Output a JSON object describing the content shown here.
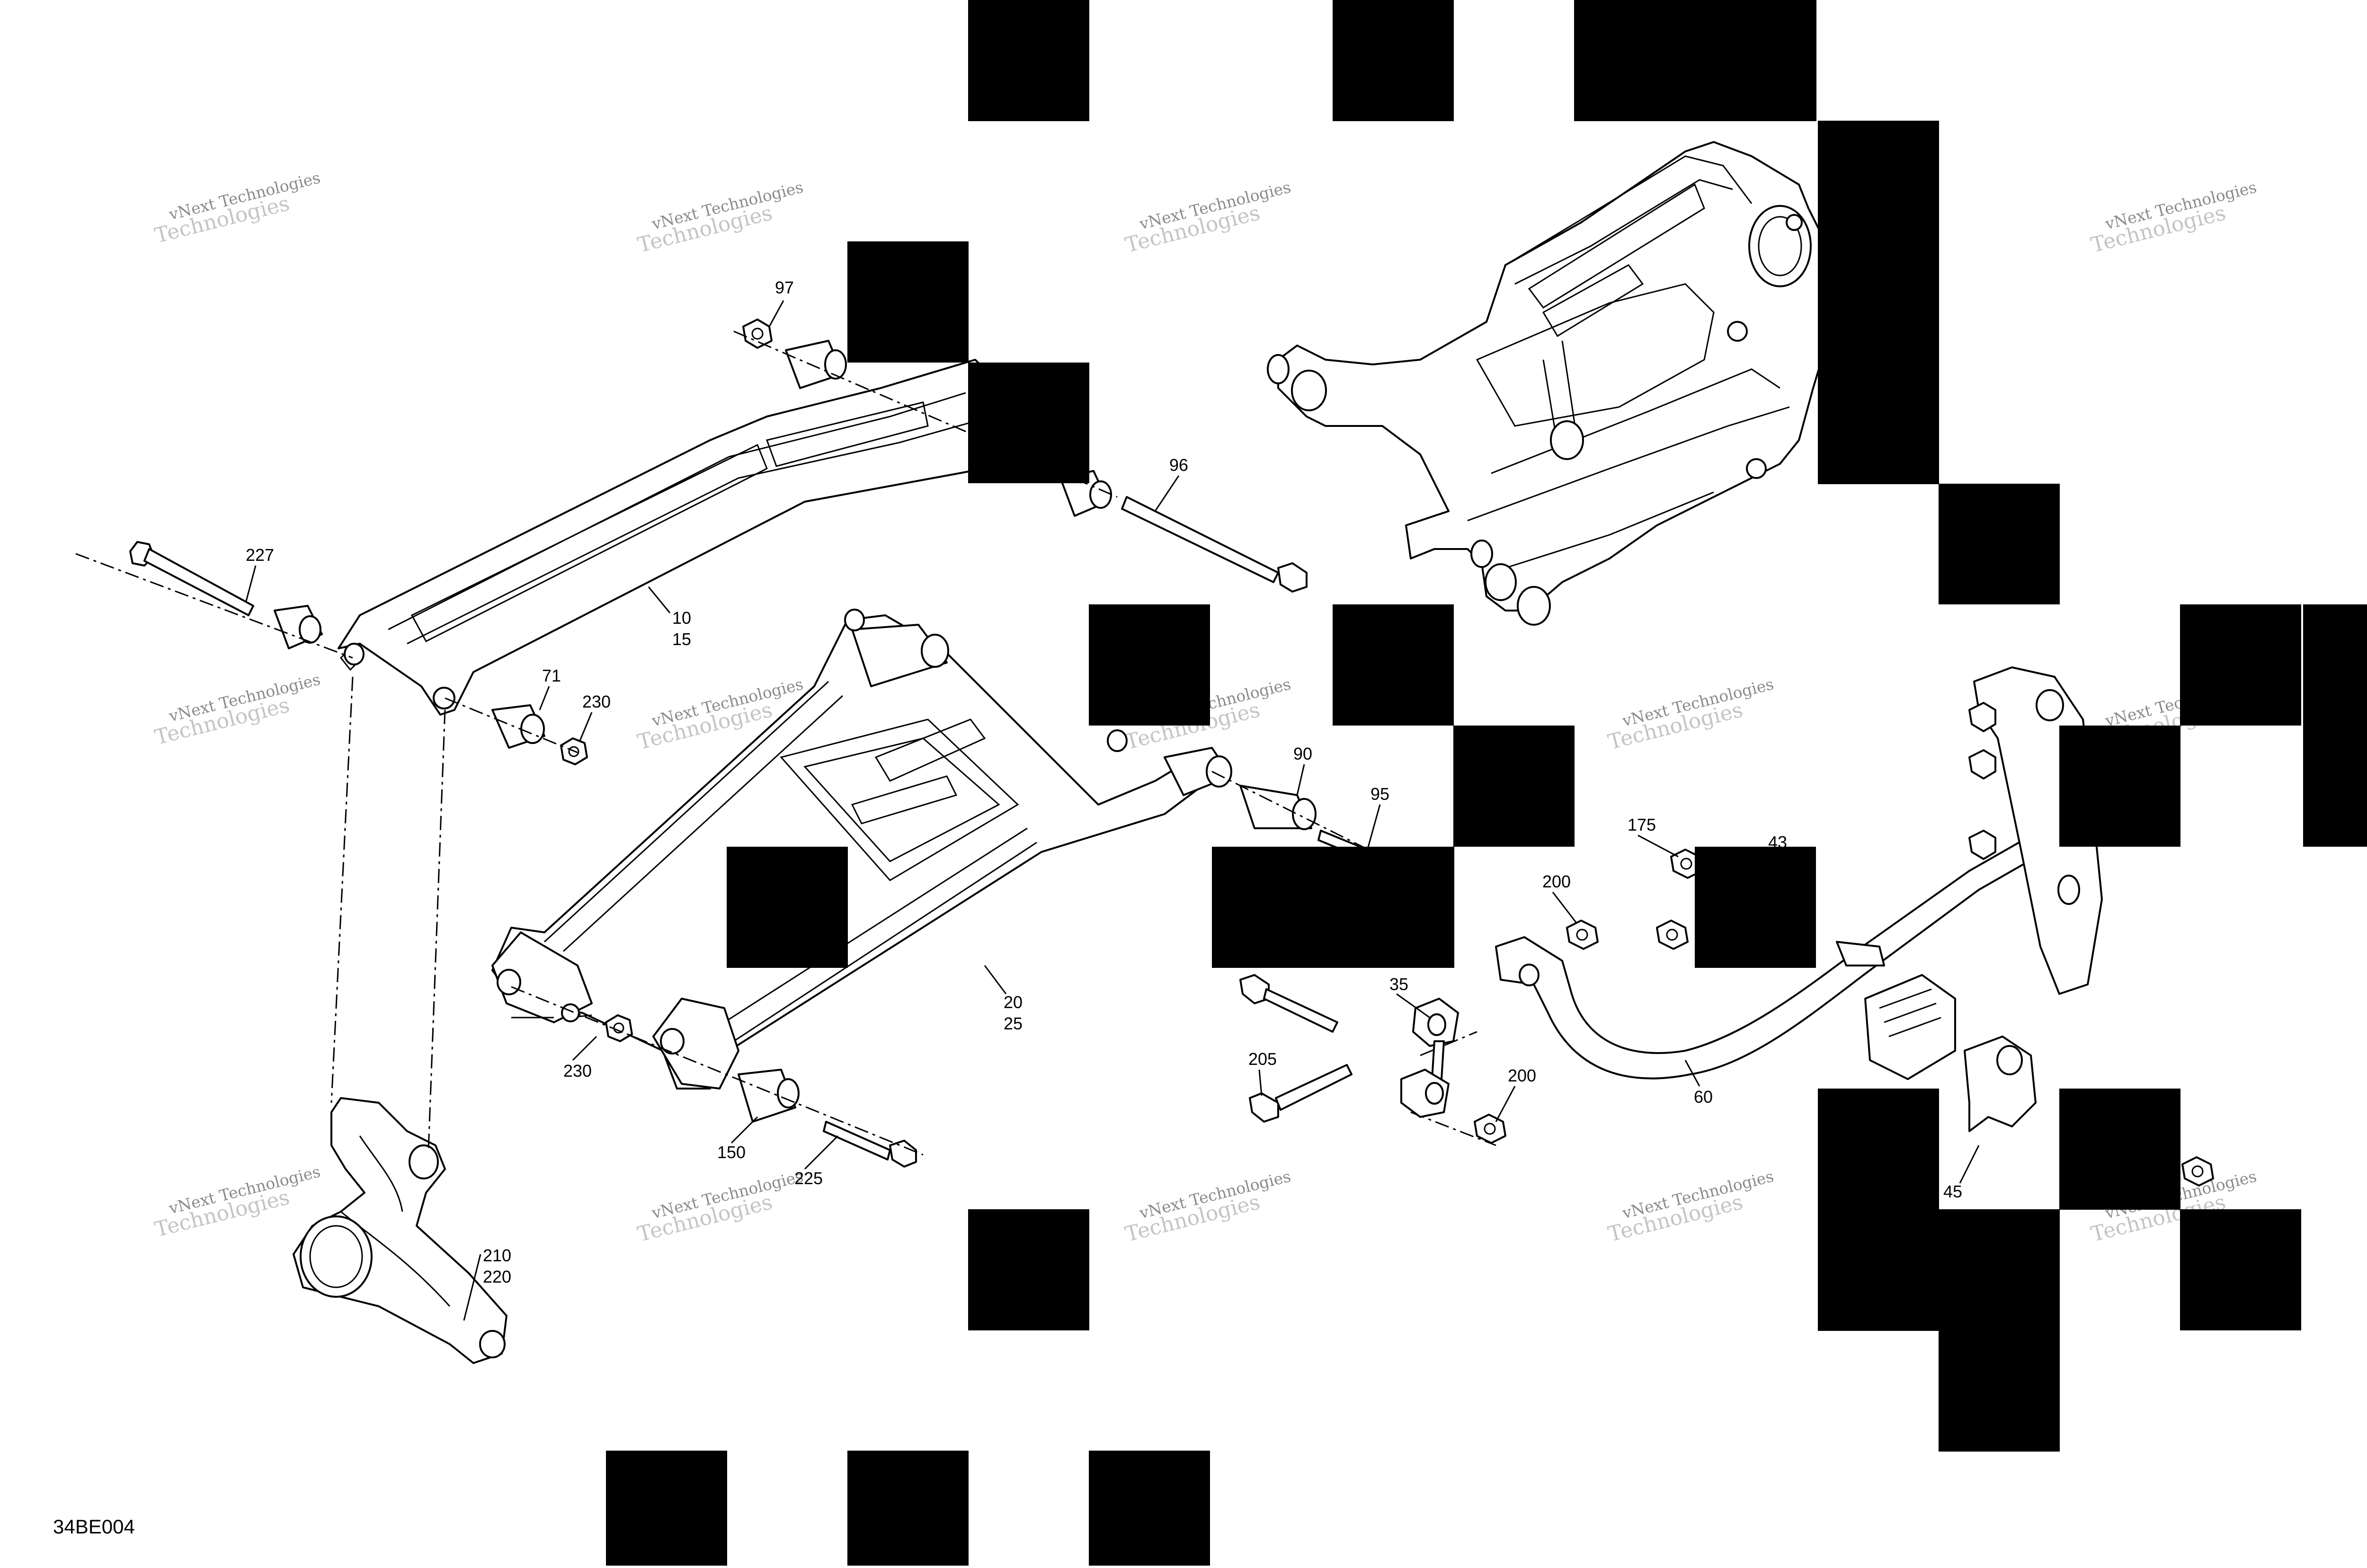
{
  "diagram_code": "34BE004",
  "watermark": {
    "line1": "vNext Technologies",
    "line2": "Technologies"
  },
  "labels": {
    "l97": "97",
    "l96": "96",
    "l227": "227",
    "l10": "10",
    "l15": "15",
    "l71": "71",
    "l230a": "230",
    "l90": "90",
    "l95": "95",
    "l175": "175",
    "l43": "43",
    "l200a": "200",
    "l35": "35",
    "l20": "20",
    "l25": "25",
    "l230b": "230",
    "l205": "205",
    "l200b": "200",
    "l60": "60",
    "l150": "150",
    "l225": "225",
    "l210": "210",
    "l220": "220",
    "l45": "45"
  },
  "censor_color": "#000000"
}
